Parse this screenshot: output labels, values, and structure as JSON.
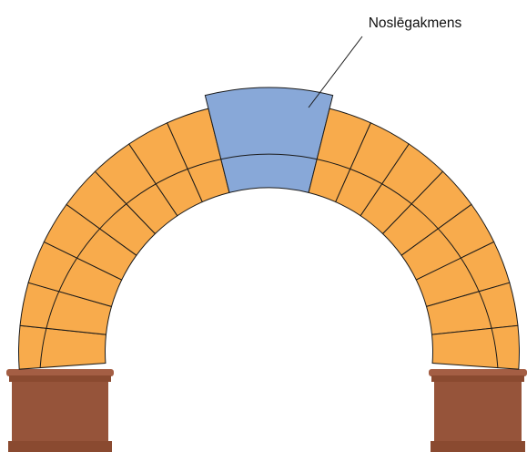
{
  "diagram": {
    "keystone_label": "Noslēgakmens",
    "voussoir_count": 17,
    "keystone_index": 8,
    "colors": {
      "voussoir_fill": "#F8AB4C",
      "keystone_fill": "#88A8D8",
      "pillar_body": "#96543A",
      "pillar_cap": "#A45E44",
      "pillar_base": "#8A4A30",
      "outline": "#1a1a1a",
      "background": "#FFFFFF"
    }
  }
}
